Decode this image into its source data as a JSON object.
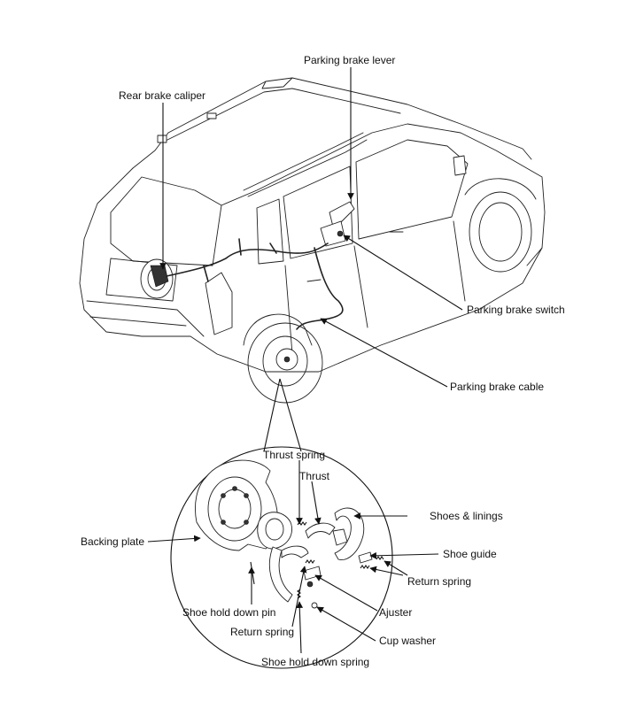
{
  "labels": {
    "parking_brake_lever": "Parking brake lever",
    "rear_brake_caliper": "Rear brake caliper",
    "parking_brake_switch": "Parking brake switch",
    "parking_brake_cable": "Parking brake cable",
    "thrust_spring": "Thrust spring",
    "thrust": "Thrust",
    "shoes_linings": "Shoes & linings",
    "backing_plate": "Backing plate",
    "shoe_guide": "Shoe guide",
    "return_spring_right": "Return spring",
    "shoe_hold_down_pin": "Shoe hold down pin",
    "ajuster": "Ajuster",
    "return_spring_bottom": "Return spring",
    "cup_washer": "Cup washer",
    "shoe_hold_down_spring": "Shoe hold down spring"
  },
  "colors": {
    "line": "#111111",
    "background": "#ffffff"
  }
}
